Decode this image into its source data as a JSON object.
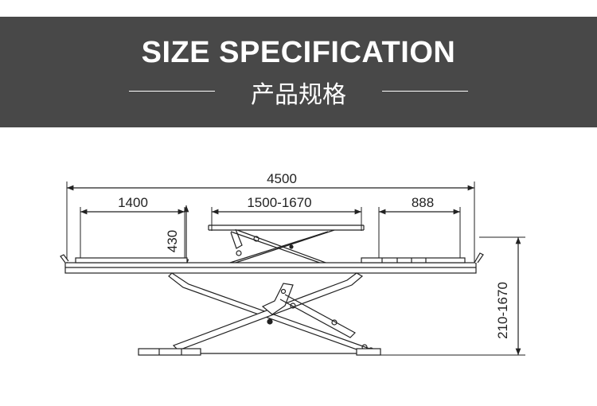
{
  "header": {
    "title": "SIZE SPECIFICATION",
    "subtitle": "产品规格"
  },
  "drawing": {
    "dimensions": {
      "overall_length": "4500",
      "left_platform": "1400",
      "middle_span": "1500-1670",
      "right_platform": "888",
      "upper_height": "430",
      "lift_height": "210-1670"
    }
  },
  "colors": {
    "banner": "#484848",
    "line": "#222222"
  }
}
